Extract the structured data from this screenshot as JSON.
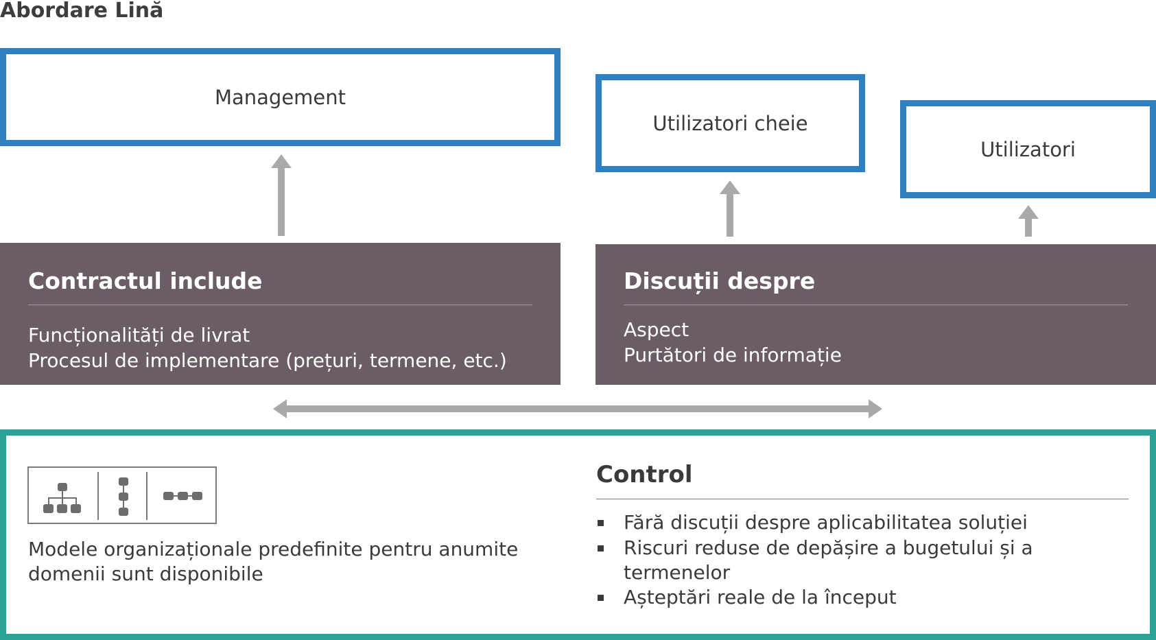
{
  "title": "Abordare Lină",
  "top_boxes": {
    "management": "Management",
    "key_users": "Utilizatori cheie",
    "users": "Utilizatori"
  },
  "contract": {
    "heading": "Contractul include",
    "lines": [
      "Funcționalități de livrat",
      "Procesul de implementare (prețuri, termene, etc.)"
    ]
  },
  "discussions": {
    "heading": "Discuții despre",
    "lines": [
      "Aspect",
      "Purtători de informație"
    ]
  },
  "bottom": {
    "left_text": [
      "Modele organizaționale predefinite pentru anumite",
      "domenii sunt disponibile"
    ],
    "icons": [
      "org-chart-icon",
      "vertical-chain-icon",
      "horizontal-chain-icon"
    ],
    "control": {
      "heading": "Control",
      "bullets": [
        [
          "Fără discuții despre aplicabilitatea soluției"
        ],
        [
          "Riscuri reduse de depășire a bugetului și a",
          "termenelor"
        ],
        [
          "Așteptări reale de la început"
        ]
      ]
    }
  },
  "colors": {
    "blue_border": "#2f80c0",
    "grey_panel": "#6b5d66",
    "teal_border": "#2aa296",
    "arrow_grey": "#a9a9ab"
  }
}
